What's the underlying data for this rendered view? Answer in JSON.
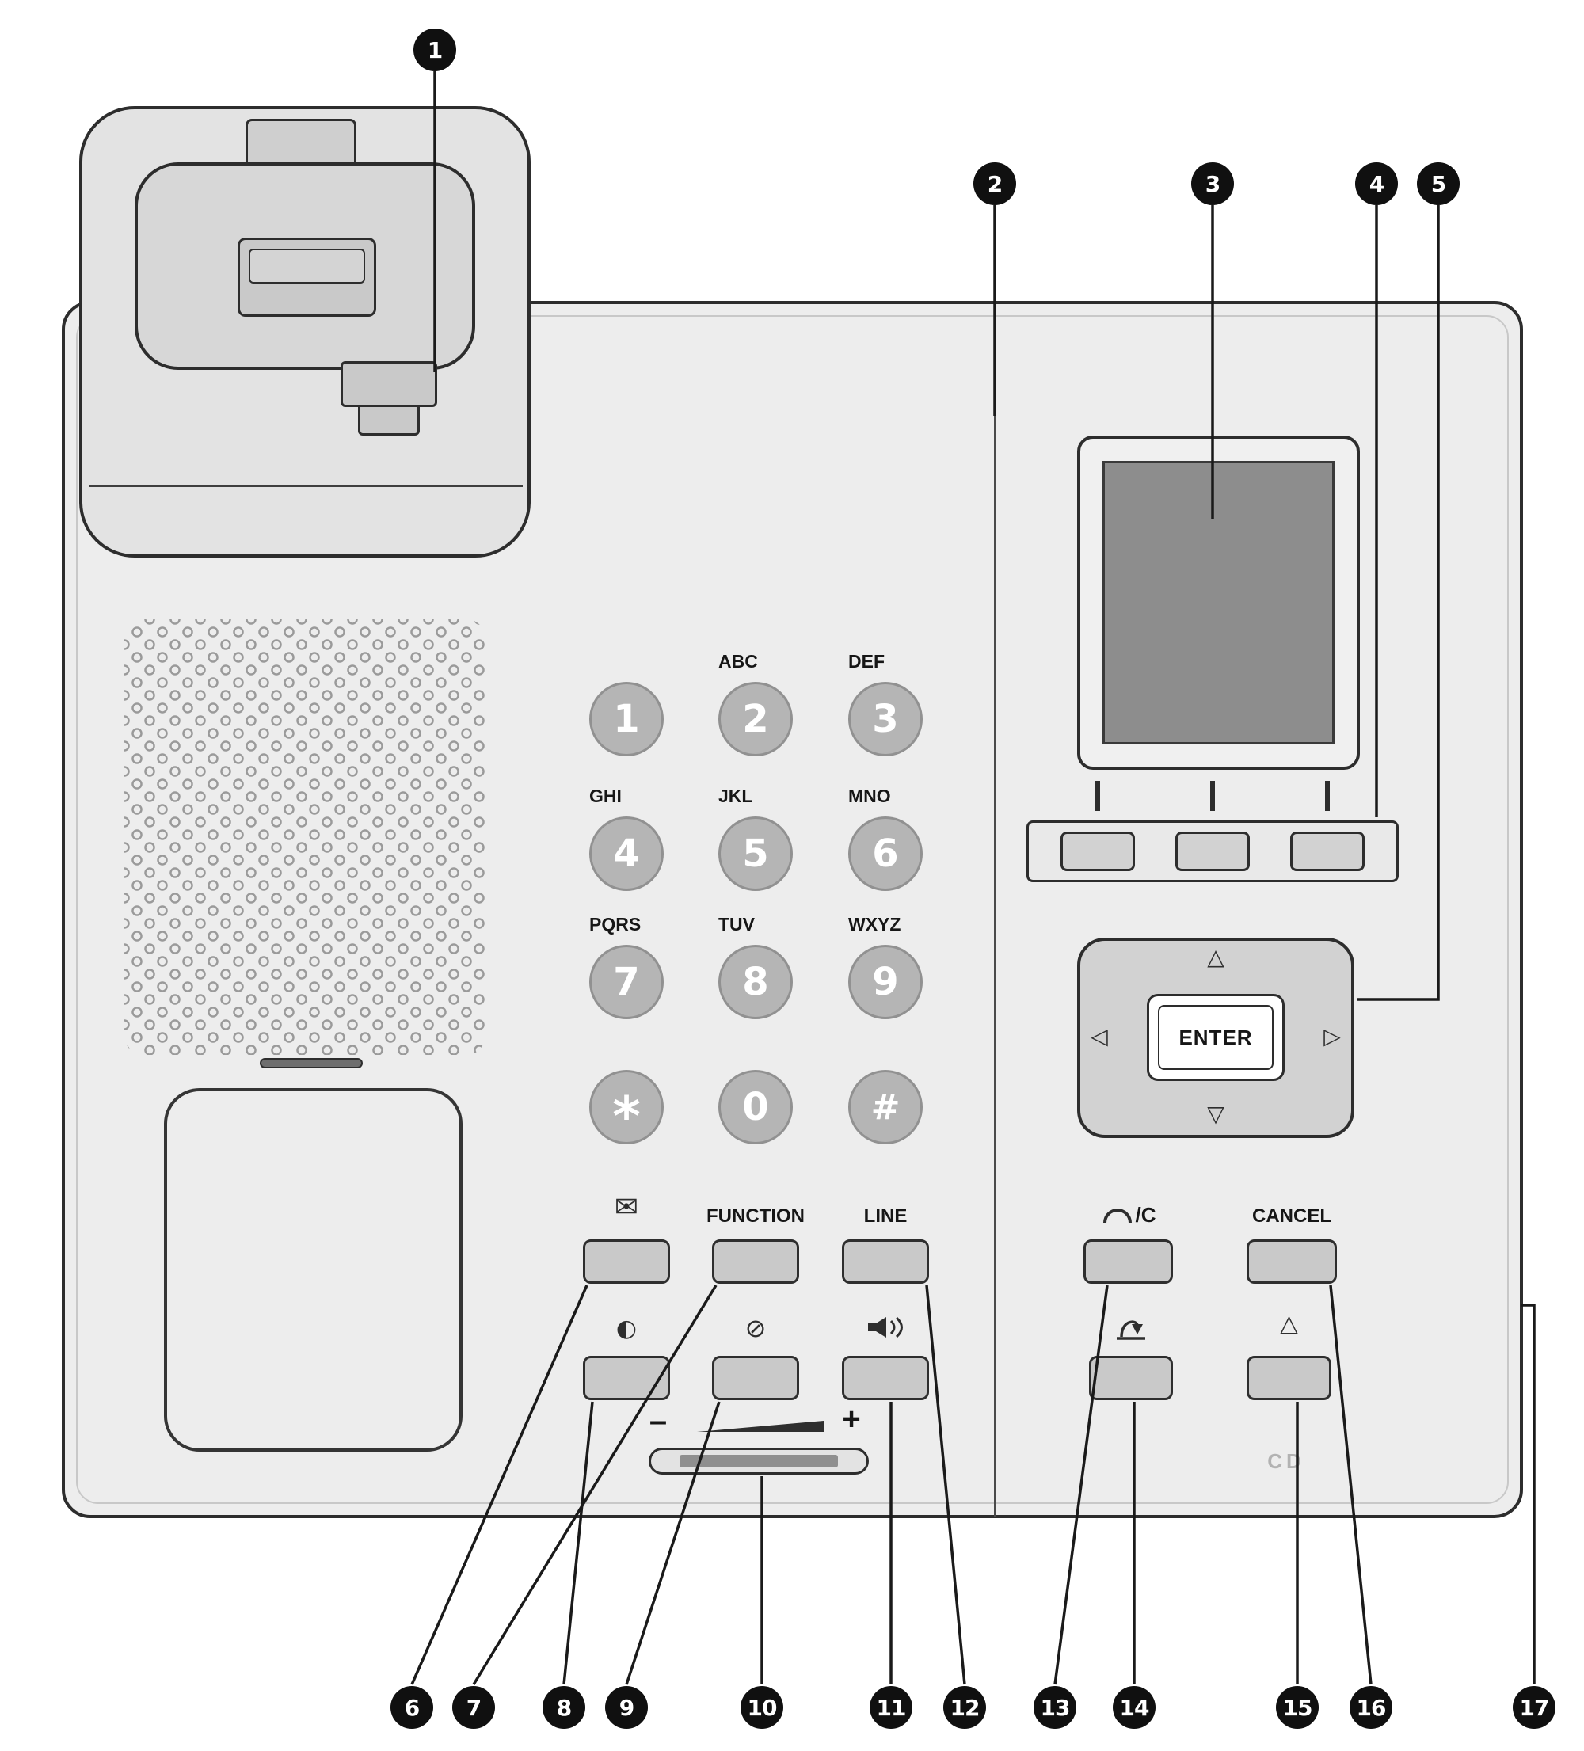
{
  "figure": {
    "callouts": [
      "1",
      "2",
      "3",
      "4",
      "5",
      "6",
      "7",
      "8",
      "9",
      "10",
      "11",
      "12",
      "13",
      "14",
      "15",
      "16",
      "17"
    ]
  },
  "keypad": {
    "keys": [
      {
        "digit": "1",
        "letters": ""
      },
      {
        "digit": "2",
        "letters": "ABC"
      },
      {
        "digit": "3",
        "letters": "DEF"
      },
      {
        "digit": "4",
        "letters": "GHI"
      },
      {
        "digit": "5",
        "letters": "JKL"
      },
      {
        "digit": "6",
        "letters": "MNO"
      },
      {
        "digit": "7",
        "letters": "PQRS"
      },
      {
        "digit": "8",
        "letters": "TUV"
      },
      {
        "digit": "9",
        "letters": "WXYZ"
      },
      {
        "digit": "*",
        "letters": ""
      },
      {
        "digit": "0",
        "letters": ""
      },
      {
        "digit": "#",
        "letters": ""
      }
    ]
  },
  "buttons": {
    "function": "FUNCTION",
    "line": "LINE",
    "cancel": "CANCEL",
    "enter": "ENTER",
    "flash_suffix": "/C"
  },
  "volume": {
    "minus": "–",
    "plus": "+"
  },
  "marks": {
    "headset": "CD"
  },
  "icons": {
    "envelope": "✉",
    "redial": "◐",
    "mute": "⊘",
    "nav_up": "△",
    "nav_down": "▽",
    "nav_left": "◁",
    "nav_right": "▷",
    "triangle": "△"
  },
  "colors": {
    "body": "#ededed",
    "screen": "#8d8d8d",
    "outline": "#2d2d2d",
    "key": "#b5b5b5",
    "button": "#c9c9c9",
    "callout": "#101010"
  }
}
